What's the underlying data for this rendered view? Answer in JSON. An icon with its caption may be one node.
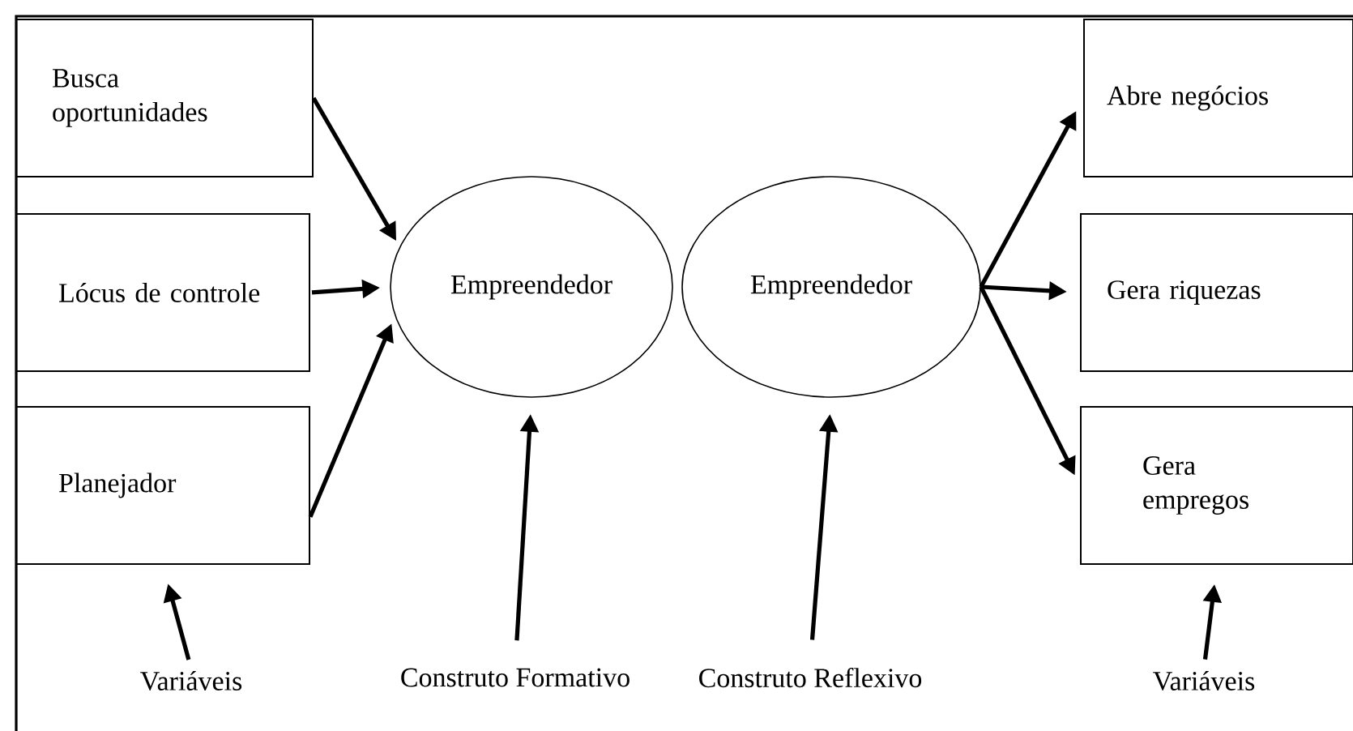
{
  "diagram": {
    "nodes": [
      {
        "text": [
          "Busca oportunidades"
        ]
      },
      {
        "text": [
          "Lócus de controle"
        ]
      },
      {
        "text": [
          "Planejador"
        ]
      },
      {
        "text": [
          "Empreendedor"
        ]
      },
      {
        "text": [
          "Empreendedor"
        ]
      },
      {
        "text": [
          "Abre negócios"
        ]
      },
      {
        "text": [
          "Gera riquezas"
        ]
      },
      {
        "text": [
          "Gera empregos"
        ]
      },
      {
        "text": [
          "Variáveis"
        ]
      },
      {
        "text": [
          "Construto Formativo"
        ]
      },
      {
        "text": [
          "Construto Reflexivo"
        ]
      },
      {
        "text": [
          "Variáveis"
        ]
      }
    ],
    "edges": [
      {
        "from": 0,
        "to": 3,
        "arrow": "to"
      },
      {
        "from": 1,
        "to": 3,
        "arrow": "to"
      },
      {
        "from": 2,
        "to": 3,
        "arrow": "to"
      },
      {
        "from": 4,
        "to": 5,
        "arrow": "to"
      },
      {
        "from": 4,
        "to": 6,
        "arrow": "to"
      },
      {
        "from": 4,
        "to": 7,
        "arrow": "to"
      },
      {
        "from": 8,
        "to": 2,
        "arrow": "to"
      },
      {
        "from": 9,
        "to": 3,
        "arrow": "to"
      },
      {
        "from": 10,
        "to": 4,
        "arrow": "to"
      },
      {
        "from": 11,
        "to": 7,
        "arrow": "to"
      }
    ]
  }
}
